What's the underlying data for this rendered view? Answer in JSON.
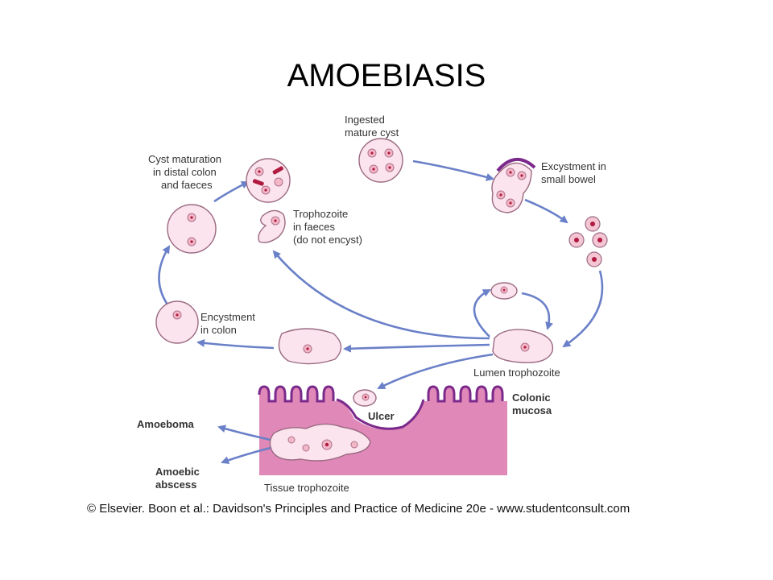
{
  "title": "AMOEBIASIS",
  "labels": {
    "ingested_1": "Ingested",
    "ingested_2": "mature cyst",
    "excyst_1": "Excystment in",
    "excyst_2": "small bowel",
    "maturation_1": "Cyst maturation",
    "maturation_2": "in distal colon",
    "maturation_3": "and faeces",
    "tropho_faeces_1": "Trophozoite",
    "tropho_faeces_2": "in faeces",
    "tropho_faeces_3": "(do not encyst)",
    "encyst_1": "Encystment",
    "encyst_2": "in colon",
    "lumen": "Lumen trophozoite",
    "colonic_1": "Colonic",
    "colonic_2": "mucosa",
    "ulcer": "Ulcer",
    "amoeboma": "Amoeboma",
    "abscess_1": "Amoebic",
    "abscess_2": "abscess",
    "tissue": "Tissue trophozoite"
  },
  "copyright": "© Elsevier. Boon et al.: Davidson's Principles and Practice of Medicine 20e - www.studentconsult.com",
  "colors": {
    "arrow": "#6a80c8",
    "mucosa": "#e088b8",
    "ulcer_rim": "#7b2a8c",
    "cell_fill": "#fbe4ee",
    "nucleus_dot": "#b01a40"
  }
}
